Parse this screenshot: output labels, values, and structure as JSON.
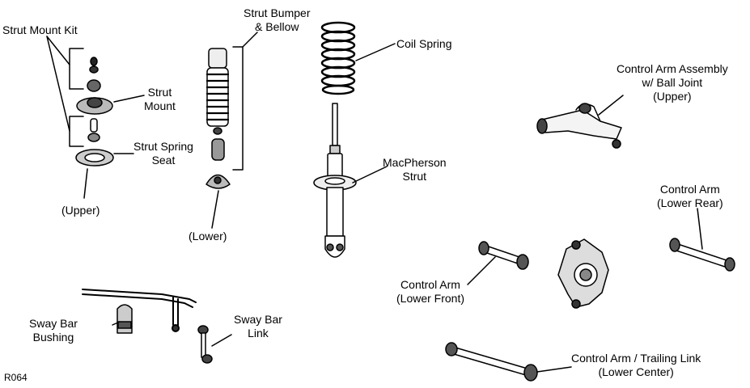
{
  "diagram": {
    "code": "R064",
    "labels": {
      "strut_mount_kit": "Strut Mount Kit",
      "strut_mount": [
        "Strut",
        "Mount"
      ],
      "strut_spring_seat": [
        "Strut Spring",
        "Seat"
      ],
      "upper": "(Upper)",
      "strut_bumper_bellow": [
        "Strut Bumper",
        "& Bellow"
      ],
      "lower": "(Lower)",
      "coil_spring": "Coil Spring",
      "macpherson_strut": [
        "MacPherson",
        "Strut"
      ],
      "control_arm_upper": [
        "Control Arm Assembly",
        "w/ Ball Joint",
        "(Upper)"
      ],
      "control_arm_lower_rear": [
        "Control Arm",
        "(Lower Rear)"
      ],
      "control_arm_lower_front": [
        "Control Arm",
        "(Lower Front)"
      ],
      "sway_bar_bushing": [
        "Sway Bar",
        "Bushing"
      ],
      "sway_bar_link": [
        "Sway Bar",
        "Link"
      ],
      "control_arm_trailing_link": [
        "Control Arm / Trailing Link",
        "(Lower Center)"
      ]
    }
  }
}
